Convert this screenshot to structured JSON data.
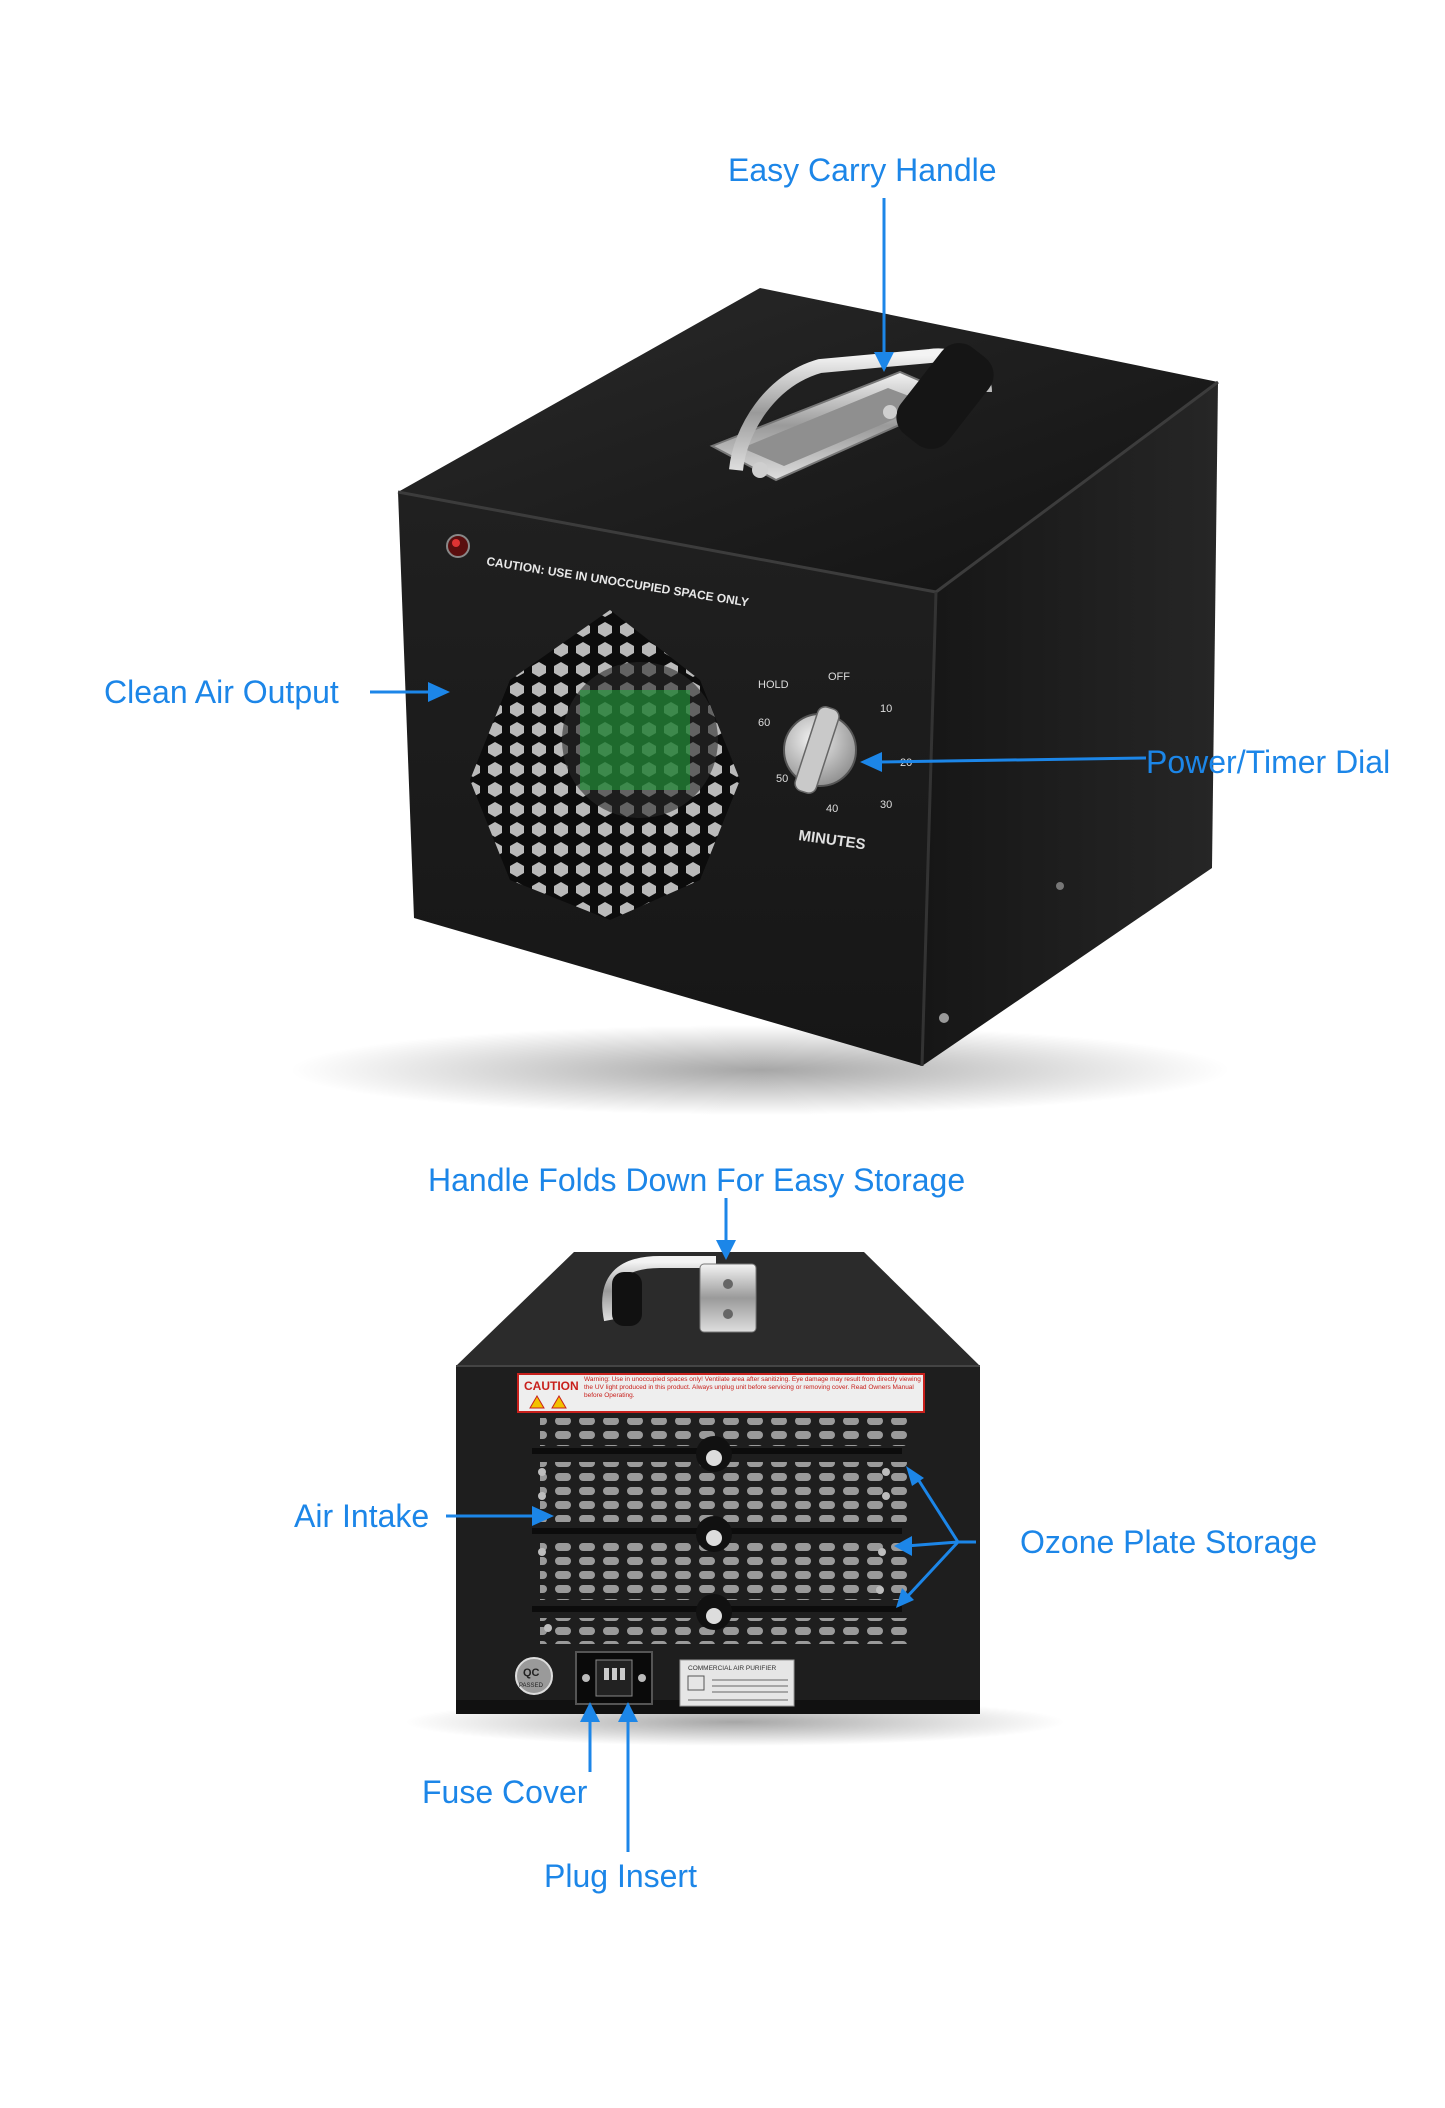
{
  "callouts": {
    "easy_carry_handle": "Easy Carry Handle",
    "clean_air_output": "Clean Air Output",
    "power_timer_dial": "Power/Timer Dial",
    "handle_folds_down": "Handle Folds Down For Easy Storage",
    "air_intake": "Air Intake",
    "ozone_plate_storage": "Ozone Plate Storage",
    "fuse_cover": "Fuse Cover",
    "plug_insert": "Plug Insert"
  },
  "front_panel": {
    "caution_text": "CAUTION:  USE IN UNOCCUPIED SPACE ONLY",
    "dial_label": "MINUTES",
    "dial_marks": [
      "OFF",
      "10",
      "20",
      "30",
      "40",
      "50",
      "60",
      "HOLD"
    ]
  },
  "rear_panel": {
    "warning_title": "CAUTION",
    "warning_text": "Warning: Use in unoccupied spaces only! Ventilate area after sanitizing. Eye damage may result from directly viewing the UV light produced in this product. Always unplug unit before servicing or removing cover. Read Owners Manual before Operating.",
    "qc_badge": "QC",
    "qc_sub": "PASSED",
    "label_title": "COMMERCIAL AIR PURIFIER"
  },
  "colors": {
    "accent": "#1c86e8",
    "device_body": "#1b1b1b",
    "label_red": "#c8201c",
    "fan_green": "#1faa3a"
  }
}
